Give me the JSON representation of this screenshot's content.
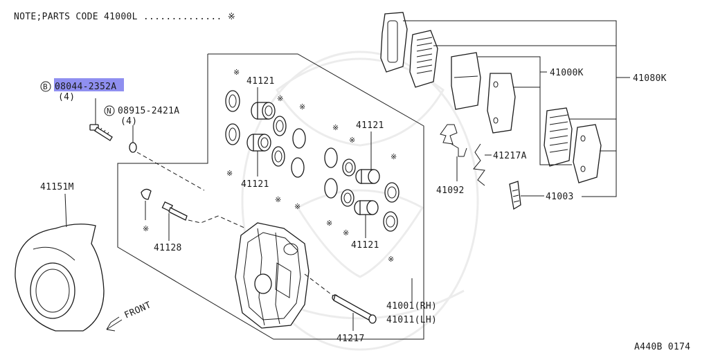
{
  "note": "NOTE;PARTS CODE 41000L .............. ※",
  "diagram_code": "A440B 0174",
  "selected_part": "08044-2352A",
  "labels": {
    "bolt_part": "08044-2352A",
    "bolt_circle": "B",
    "bolt_qty": "(4)",
    "washer_part": "08915-2421A",
    "washer_circle": "N",
    "washer_qty": "(4)",
    "seal_kit_top": "41121",
    "seal_kit_left": "41121",
    "seal_kit_mid": "41121",
    "seal_kit_bottom": "41121",
    "bleeder": "41128",
    "baffle": "41151M",
    "caliper_rh": "41001(RH)",
    "caliper_lh": "41011(LH)",
    "pin": "41217",
    "pad_kit": "41000K",
    "pad_set": "41080K",
    "spring": "41217A",
    "clip": "41092",
    "shim": "41003",
    "front": "FRONT"
  },
  "mark_symbol": "※",
  "colors": {
    "line": "#1a1a1a",
    "highlight": "#8f8ff0",
    "watermark": "#ececec"
  }
}
